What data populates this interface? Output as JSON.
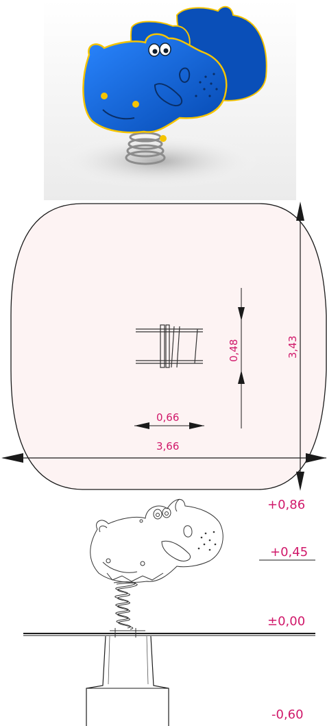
{
  "colors": {
    "accent": "#d0186a",
    "hippo_blue": "#0a5fd6",
    "hippo_yellow": "#f5c400",
    "safety_zone": "#fdf3f3",
    "line": "#1a1a1a"
  },
  "plan_view": {
    "dim_spring_gap": "0,48",
    "dim_depth": "3,43",
    "dim_width_small": "0,66",
    "dim_width_total": "3,66"
  },
  "elevation": {
    "levels": [
      "+0,86",
      "+0,45",
      "±0,00",
      "-0,60"
    ]
  },
  "icons": {
    "render": "hippo-spring-rider-render",
    "plan": "spring-rider-plan",
    "elevation": "hippo-outline-elevation"
  }
}
